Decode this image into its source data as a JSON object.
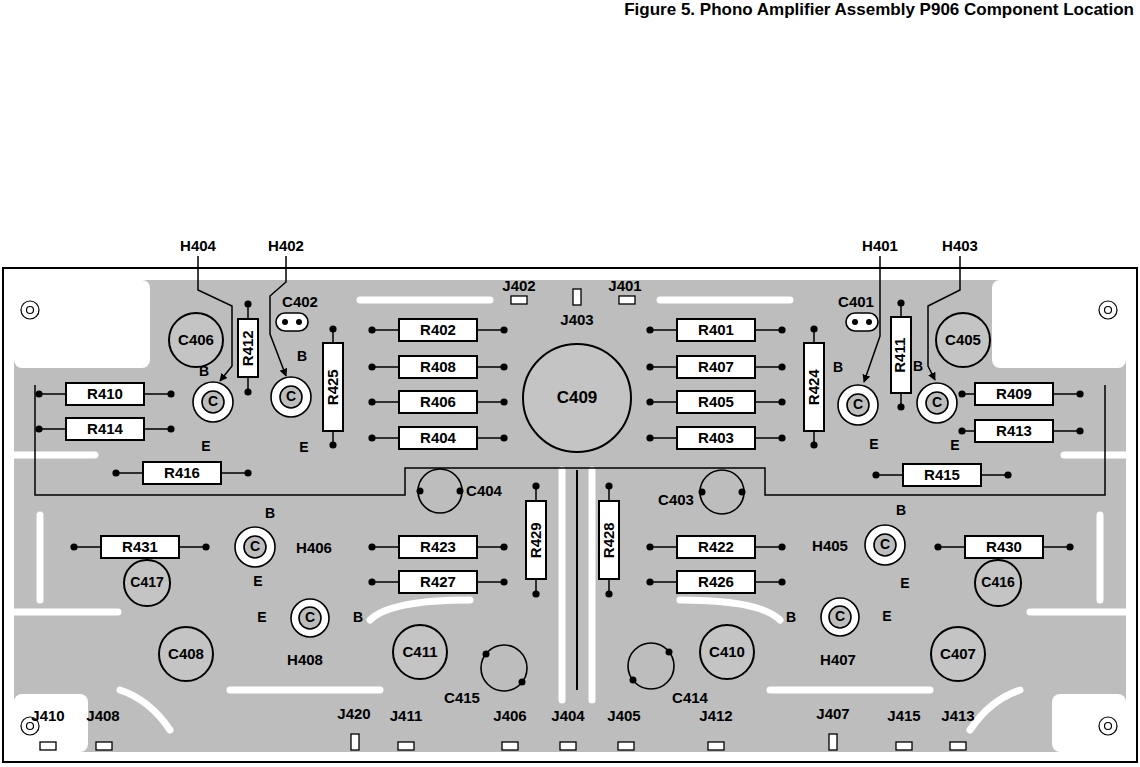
{
  "diagram": {
    "title": "Figure 5. Phono Amplifier Assembly P906 Component Location",
    "nodes": [
      {
        "text": [
          "C402"
        ]
      },
      {
        "text": [
          "C401"
        ]
      },
      {
        "text": [
          "R402"
        ]
      },
      {
        "text": [
          "R401"
        ]
      },
      {
        "text": [
          "C406"
        ]
      },
      {
        "text": [
          "C405"
        ]
      },
      {
        "text": [
          "R412"
        ]
      },
      {
        "text": [
          "R411"
        ]
      },
      {
        "text": [
          "R408"
        ]
      },
      {
        "text": [
          "R407"
        ]
      },
      {
        "text": [
          "R425"
        ]
      },
      {
        "text": [
          "R424"
        ]
      },
      {
        "text": [
          "R410"
        ]
      },
      {
        "text": [
          "C409"
        ]
      },
      {
        "text": [
          "R409"
        ]
      },
      {
        "text": [
          "C"
        ]
      },
      {
        "text": [
          "C"
        ]
      },
      {
        "text": [
          "C"
        ]
      },
      {
        "text": [
          "C"
        ]
      },
      {
        "text": [
          "R406"
        ]
      },
      {
        "text": [
          "R405"
        ]
      },
      {
        "text": [
          "R414"
        ]
      },
      {
        "text": [
          "R413"
        ]
      },
      {
        "text": [
          "R404"
        ]
      },
      {
        "text": [
          "R403"
        ]
      },
      {
        "text": [
          "R416"
        ]
      },
      {
        "text": [
          "R415"
        ]
      },
      {
        "text": [
          "C404"
        ]
      },
      {
        "text": [
          "C403"
        ]
      },
      {
        "text": [
          "R429"
        ]
      },
      {
        "text": [
          "R428"
        ]
      },
      {
        "text": [
          "R431"
        ]
      },
      {
        "text": [
          "C"
        ]
      },
      {
        "text": [
          "R423"
        ]
      },
      {
        "text": [
          "R422"
        ]
      },
      {
        "text": [
          "C"
        ]
      },
      {
        "text": [
          "R430"
        ]
      },
      {
        "text": [
          "R427"
        ]
      },
      {
        "text": [
          "R426"
        ]
      },
      {
        "text": [
          "C417"
        ]
      },
      {
        "text": [
          "C416"
        ]
      },
      {
        "text": [
          "C"
        ]
      },
      {
        "text": [
          "C"
        ]
      },
      {
        "text": [
          "C411"
        ]
      },
      {
        "text": [
          "C410"
        ]
      },
      {
        "text": [
          "C408"
        ]
      },
      {
        "text": [
          "C407"
        ]
      },
      {
        "text": [
          "C415"
        ]
      },
      {
        "text": [
          "C414"
        ]
      }
    ],
    "labels": [
      "H404",
      "H402",
      "H401",
      "H403",
      "J402",
      "J401",
      "J403",
      "B",
      "B",
      "B",
      "B",
      "E",
      "E",
      "E",
      "E",
      "B",
      "B",
      "H406",
      "H405",
      "E",
      "E",
      "E",
      "B",
      "B",
      "E",
      "H408",
      "H407",
      "J410",
      "J408",
      "J420",
      "J411",
      "J406",
      "J404",
      "J405",
      "J412",
      "J407",
      "J415",
      "J413"
    ]
  }
}
